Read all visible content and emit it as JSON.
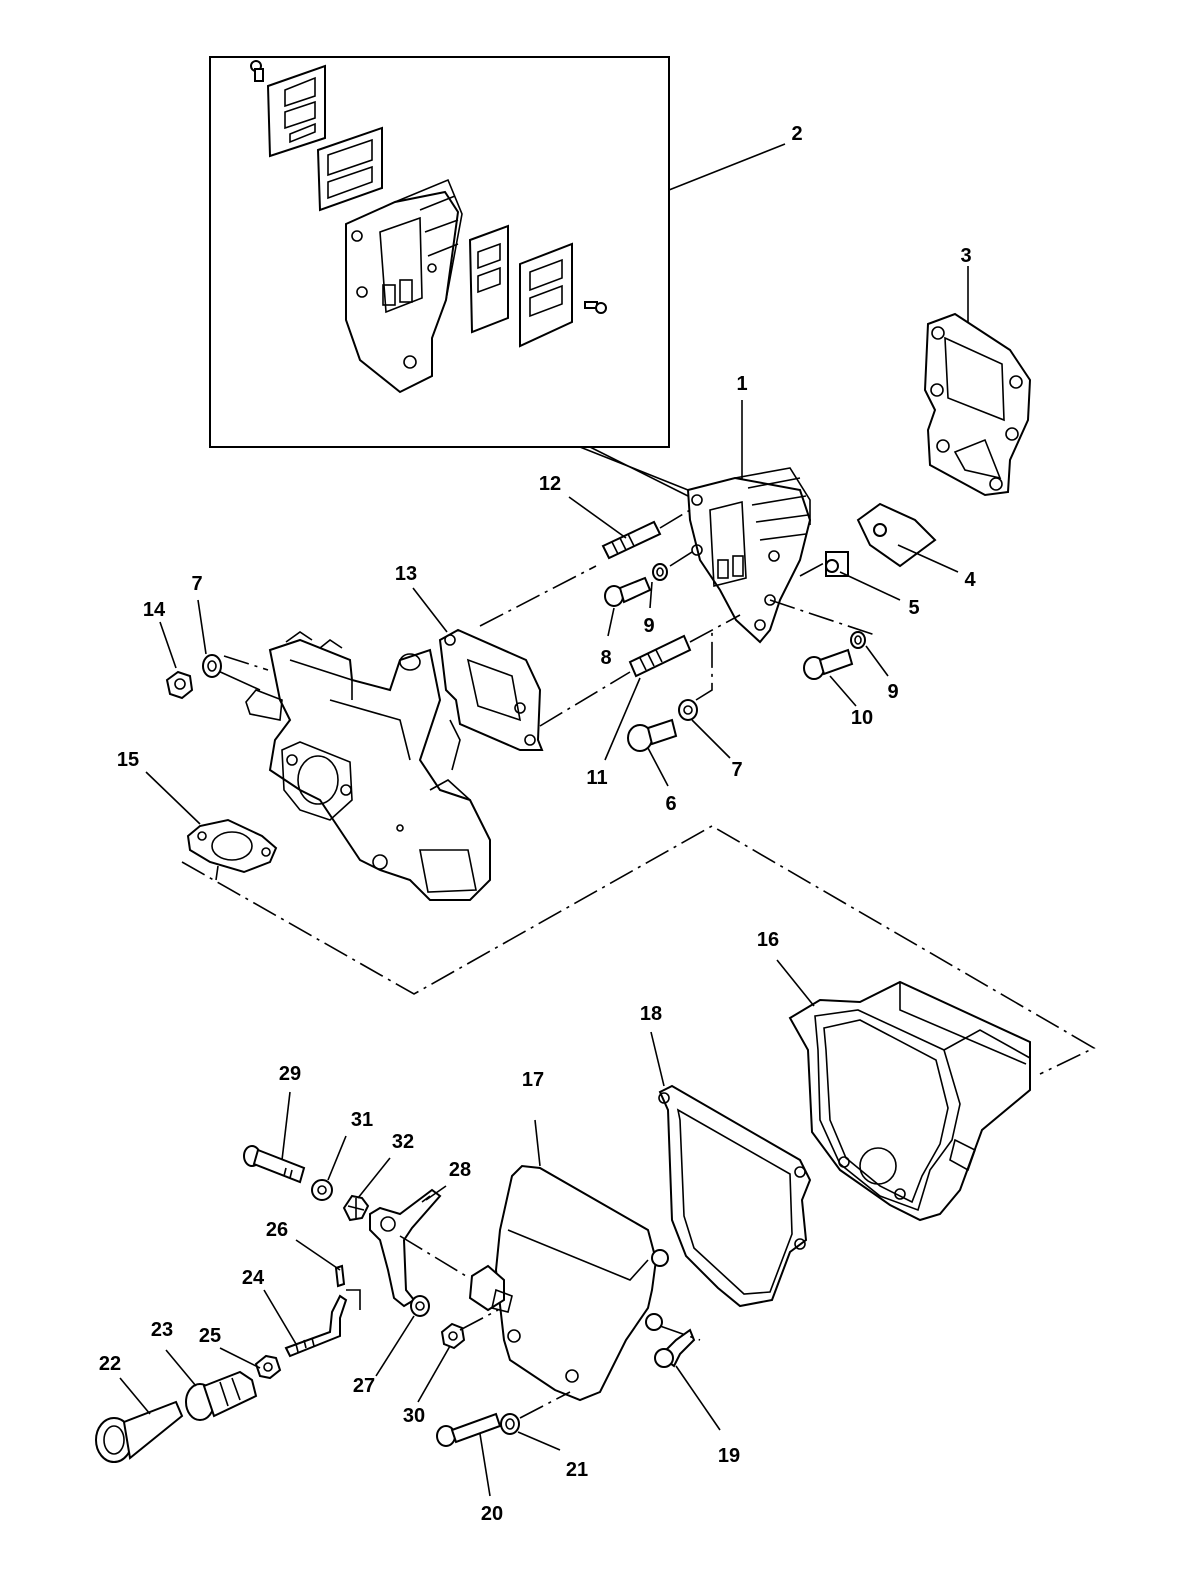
{
  "callouts": {
    "c1": "1",
    "c2": "2",
    "c3": "3",
    "c4": "4",
    "c5": "5",
    "c6": "6",
    "c7a": "7",
    "c7b": "7",
    "c8": "8",
    "c9a": "9",
    "c9b": "9",
    "c10": "10",
    "c11": "11",
    "c12": "12",
    "c13": "13",
    "c14": "14",
    "c15": "15",
    "c16": "16",
    "c17": "17",
    "c18": "18",
    "c19": "19",
    "c20": "20",
    "c21": "21",
    "c22": "22",
    "c23": "23",
    "c24": "24",
    "c25": "25",
    "c26": "26",
    "c27": "27",
    "c28": "28",
    "c29": "29",
    "c30": "30",
    "c31": "31",
    "c32": "32"
  }
}
